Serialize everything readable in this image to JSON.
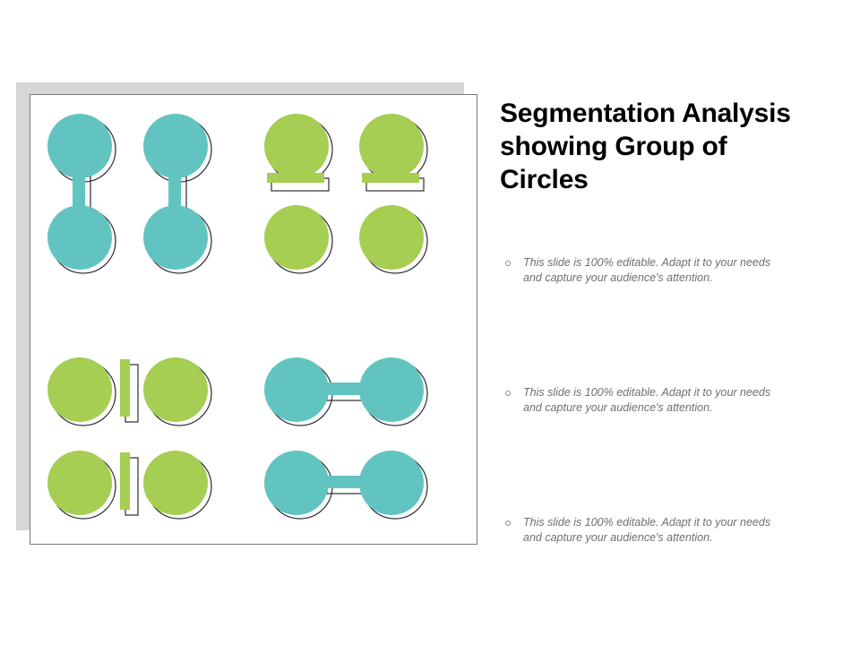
{
  "slide": {
    "title": "Segmentation Analysis showing Group of Circles",
    "background_color": "#ffffff"
  },
  "panel": {
    "shadow_color": "#d4d6d8",
    "card_background": "#ffffff",
    "card_border_color": "#7a7a7a"
  },
  "palette": {
    "teal": "#62c4c0",
    "green": "#a5ce52",
    "outline": "#2b2b33",
    "outline_gray": "#5b5b63"
  },
  "bullets": [
    {
      "marker": "circle-bullet-icon",
      "text": "This slide is 100% editable. Adapt it to your needs and capture your audience's attention."
    },
    {
      "marker": "circle-bullet-icon",
      "text": "This slide is 100% editable. Adapt it to your needs and capture your audience's attention."
    },
    {
      "marker": "circle-bullet-icon",
      "text": "This slide is 100% editable. Adapt it to your needs and capture your audience's attention."
    }
  ],
  "diagram": {
    "name": "group-of-circles-diagram",
    "groups": [
      {
        "id": "top-left-group",
        "label": "Vertical teal dumbbells pair",
        "color": "teal",
        "orientation": "vertical",
        "connected": true,
        "shape_count": 2
      },
      {
        "id": "top-right-group",
        "label": "Green circles with detached horizontal bars",
        "color": "green",
        "orientation": "vertical",
        "connected": false,
        "shape_count": 2
      },
      {
        "id": "bottom-left-group",
        "label": "Green circles with detached vertical bars",
        "color": "green",
        "orientation": "horizontal",
        "connected": false,
        "shape_count": 2
      },
      {
        "id": "bottom-right-group",
        "label": "Horizontal teal dumbbells pair",
        "color": "teal",
        "orientation": "horizontal",
        "connected": true,
        "shape_count": 2
      }
    ]
  }
}
